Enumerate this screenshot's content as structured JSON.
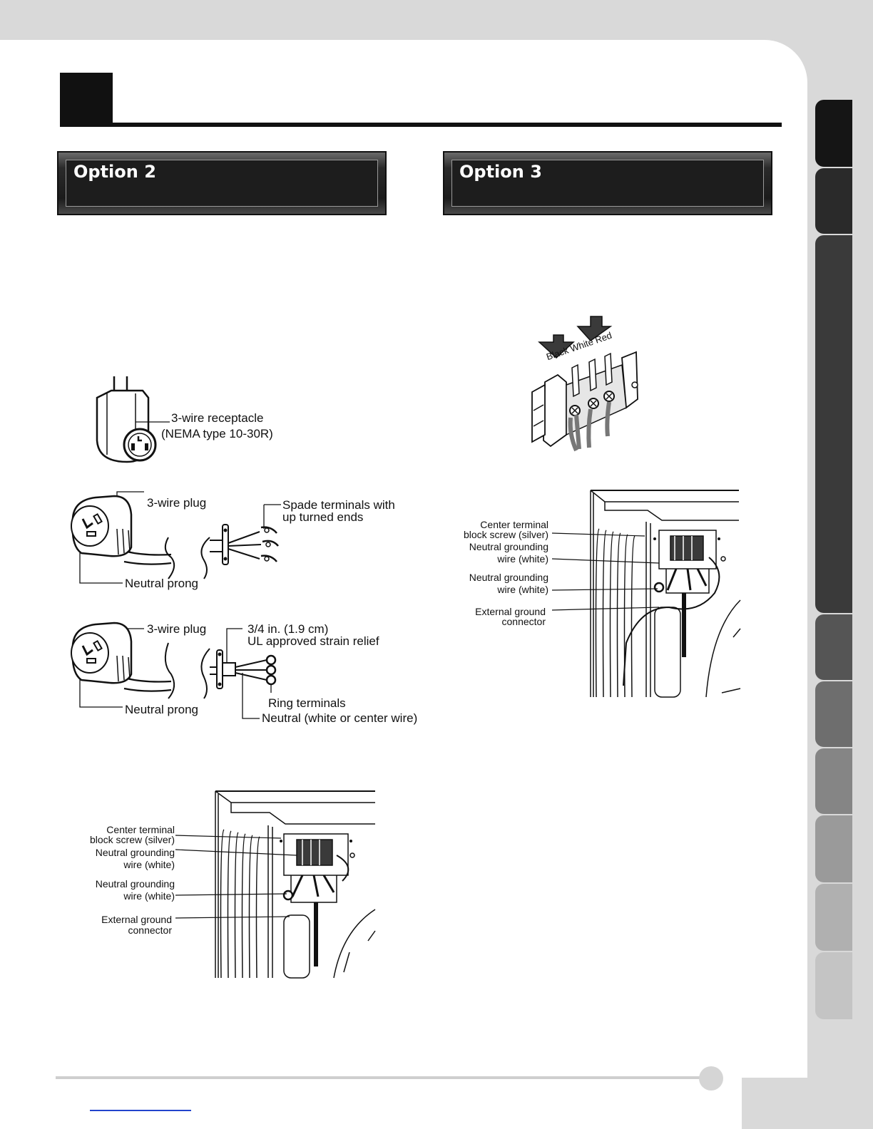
{
  "option_left": {
    "label": "Option 2"
  },
  "option_right": {
    "label": "Option 3"
  },
  "receptacle": {
    "label_line1": "3-wire receptacle",
    "label_line2": "(NEMA type 10-30R)"
  },
  "plug_spade": {
    "plug_label": "3-wire plug",
    "terminal_line1": "Spade terminals with",
    "terminal_line2": "up turned ends",
    "prong_label": "Neutral prong"
  },
  "plug_ring": {
    "plug_label": "3-wire plug",
    "relief_line1": "3/4 in. (1.9 cm)",
    "relief_line2": "UL approved strain relief",
    "ring_label": "Ring terminals",
    "neutral_label": "Neutral (white or center wire)",
    "prong_label": "Neutral prong"
  },
  "terminal_block": {
    "wire_colors": "Black White Red"
  },
  "dryer_left": {
    "center_line1": "Center terminal",
    "center_line2": "block screw (silver)",
    "ng1_line1": "Neutral grounding",
    "ng1_line2": "wire (white)",
    "ng2_line1": "Neutral grounding",
    "ng2_line2": "wire (white)",
    "ext_line1": "External ground",
    "ext_line2": "connector"
  },
  "dryer_right": {
    "center_line1": "Center terminal",
    "center_line2": "block screw (silver)",
    "ng1_line1": "Neutral grounding",
    "ng1_line2": "wire (white)",
    "ng2_line1": "Neutral grounding",
    "ng2_line2": "wire (white)",
    "ext_line1": "External ground",
    "ext_line2": "connector"
  },
  "side_tabs": [
    "#151515",
    "#2a2a2a",
    "#3a3a3a",
    "#555555",
    "#6e6e6e",
    "#858585",
    "#9a9a9a",
    "#b0b0b0",
    "#c4c4c4"
  ]
}
